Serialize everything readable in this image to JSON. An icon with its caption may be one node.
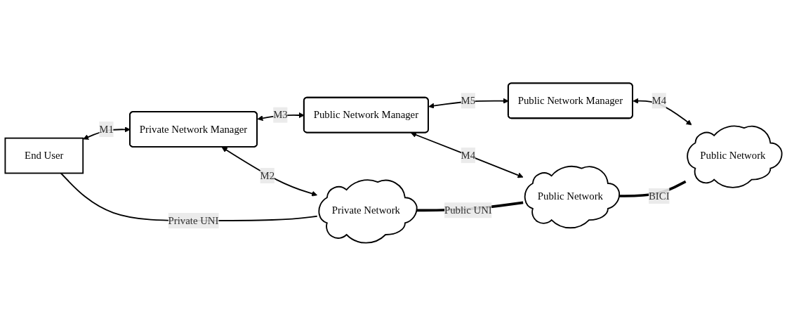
{
  "diagram": {
    "nodes": [
      {
        "text": [
          "Private Network Manager"
        ]
      },
      {
        "text": [
          "Public Network Manager"
        ]
      },
      {
        "text": [
          "Public Network Manager"
        ]
      },
      {
        "text": [
          "End User"
        ]
      },
      {
        "text": [
          "Private Network"
        ]
      },
      {
        "text": [
          "Public Network"
        ]
      },
      {
        "text": [
          "Public Network"
        ]
      }
    ],
    "edges": [
      {
        "from": 0,
        "to": 1,
        "arrow": "both",
        "label": "M3"
      },
      {
        "from": 1,
        "to": 2,
        "arrow": "both",
        "label": "M5"
      },
      {
        "from": 3,
        "to": 0,
        "arrow": "both",
        "label": "M1"
      },
      {
        "from": 0,
        "to": 4,
        "arrow": "both",
        "label": "M2"
      },
      {
        "from": 1,
        "to": 5,
        "arrow": "both",
        "label": "M4"
      },
      {
        "from": 2,
        "to": 6,
        "arrow": "both",
        "label": "M4"
      },
      {
        "from": 3,
        "to": 4,
        "arrow": "none",
        "label": "Private UNI"
      },
      {
        "from": 4,
        "to": 5,
        "arrow": "none",
        "label": "Public UNI",
        "style": "thick"
      },
      {
        "from": 5,
        "to": 6,
        "arrow": "none",
        "label": "BICI",
        "style": "thick"
      }
    ]
  }
}
